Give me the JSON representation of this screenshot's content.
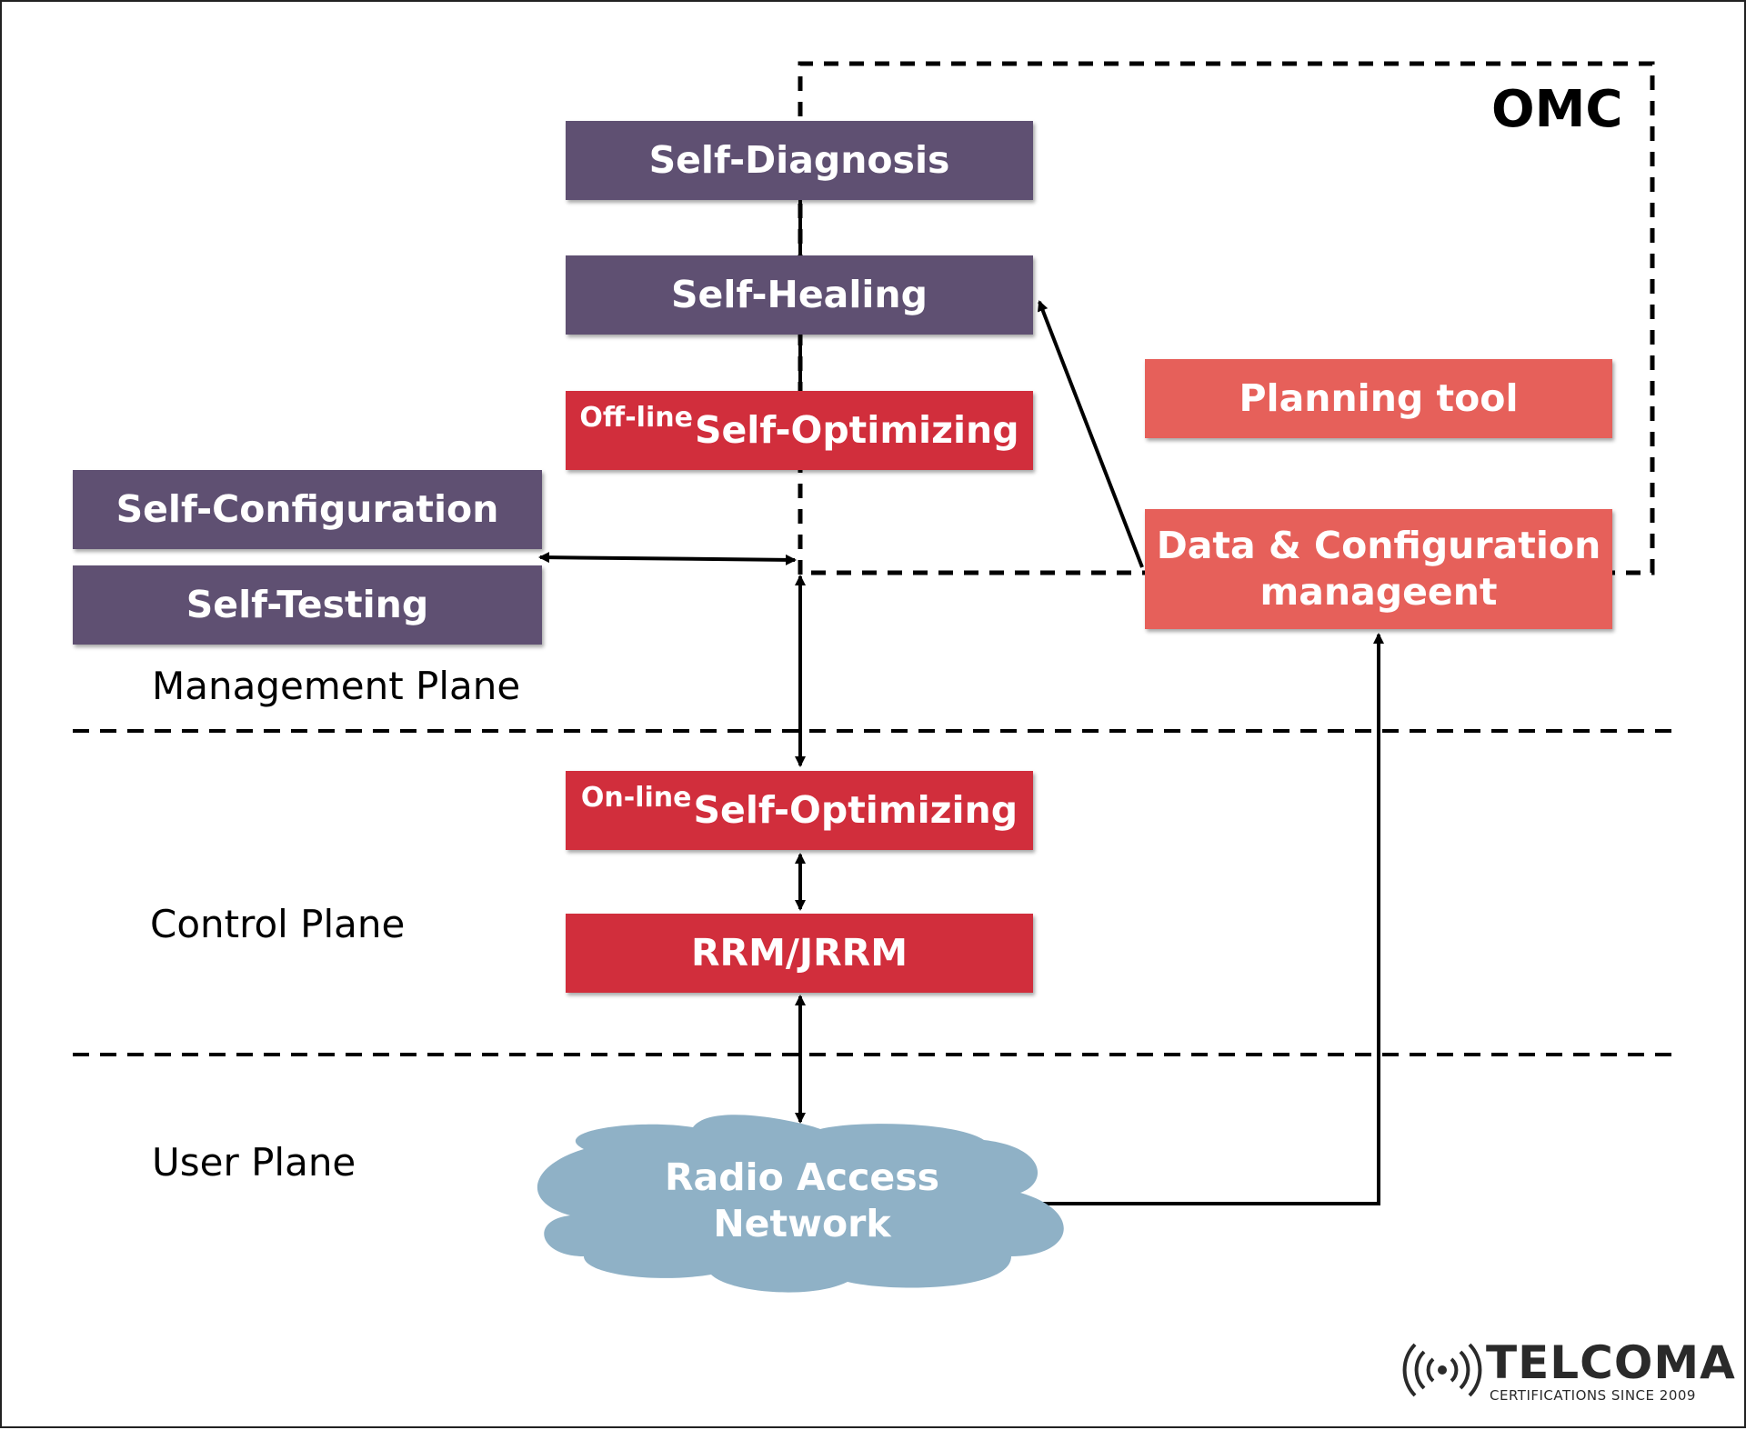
{
  "omc": {
    "label": "OMC"
  },
  "boxes": {
    "self_diagnosis": "Self-Diagnosis",
    "self_healing": "Self-Healing",
    "offline_prefix": "Off-line",
    "offline_main": "Self-Optimizing",
    "self_configuration": "Self-Configuration",
    "self_testing": "Self-Testing",
    "planning_tool": "Planning tool",
    "data_config_line1": "Data & Configuration",
    "data_config_line2": "manageent",
    "online_prefix": "On-line",
    "online_main": "Self-Optimizing",
    "rrm": "RRM/JRRM"
  },
  "planes": {
    "management": "Management Plane",
    "control": "Control Plane",
    "user": "User Plane"
  },
  "cloud": {
    "line1": "Radio Access",
    "line2": "Network"
  },
  "logo": {
    "name": "TELCOMA",
    "tagline": "CERTIFICATIONS SINCE 2009"
  },
  "colors": {
    "purple": "#5f5072",
    "red": "#d12e3c",
    "salmon": "#e6605a",
    "cloud": "#8fb1c6"
  }
}
